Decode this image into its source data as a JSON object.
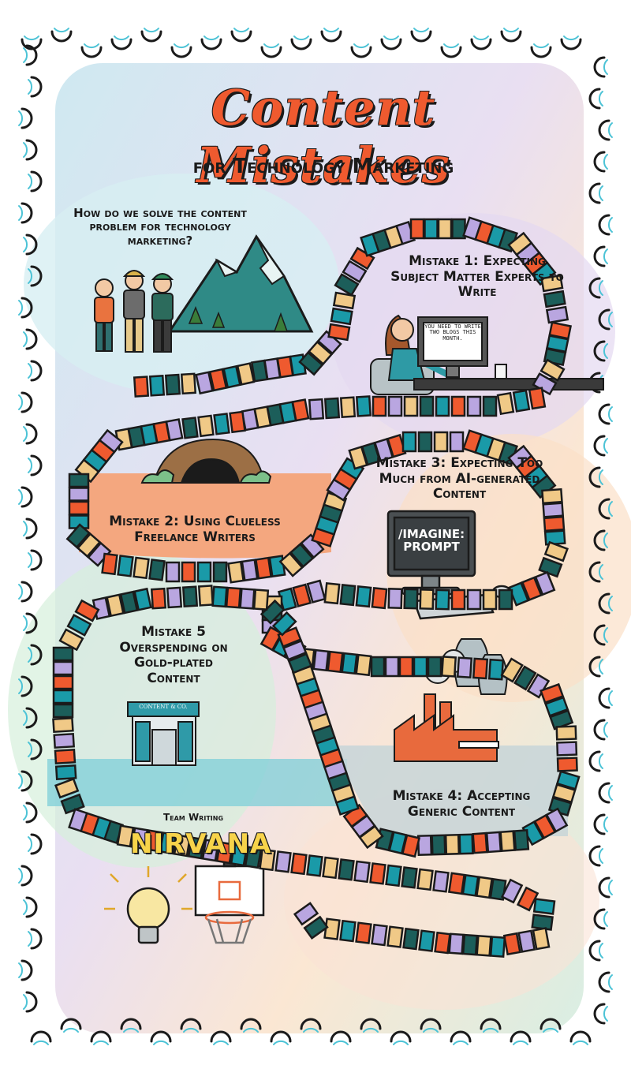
{
  "title": "Content Mistakes",
  "subtitle": "for Technology Marketing",
  "question": "How do we solve the content problem for technology marketing?",
  "mistakes": [
    {
      "label": "Mistake 1: Expecting Subject Matter Experts to Write"
    },
    {
      "label": "Mistake 2: Using Clueless Freelance Writers"
    },
    {
      "label": "Mistake 3: Expecting Too Much from AI-generated Content"
    },
    {
      "label": "Mistake 4: Accepting Generic Content"
    },
    {
      "label": "Mistake 5 Overspending on Gold-plated Content"
    }
  ],
  "monitor_text_1": "YOU NEED TO WRITE TWO BLOGS THIS MONTH.",
  "monitor_text_2": "/IMAGINE: PROMPT",
  "store_sign": "CONTENT & CO.",
  "goal_caption": "Team Writing",
  "goal_title": "NIRVANA",
  "colors": {
    "title": "#ef5a2f",
    "path_tiles": [
      "#ef5a2f",
      "#1a9aa8",
      "#1c5e5a",
      "#f0c987",
      "#b9a6e0",
      "#ef5a2f",
      "#1a9aa8",
      "#f0c987",
      "#1c5e5a",
      "#b9a6e0"
    ]
  }
}
